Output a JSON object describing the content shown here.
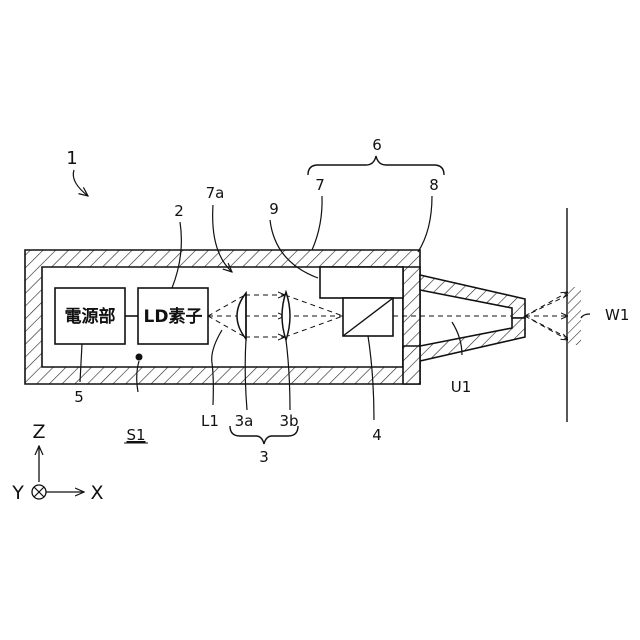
{
  "labels": {
    "device": "1",
    "ld_element_ref": "2",
    "lens_group": "3",
    "lens_a": "3a",
    "lens_b": "3b",
    "beam_splitter": "4",
    "power_supply_ref": "5",
    "module": "6",
    "housing_part": "7",
    "housing_inner": "7a",
    "nozzle": "8",
    "sensor": "9",
    "laser_light": "L1",
    "unit": "U1",
    "space": "S1",
    "workpiece": "W1"
  },
  "boxes": {
    "power_supply": "電源部",
    "ld_element": "LD素子"
  },
  "axes": {
    "z": "Z",
    "y": "Y",
    "x": "X"
  }
}
